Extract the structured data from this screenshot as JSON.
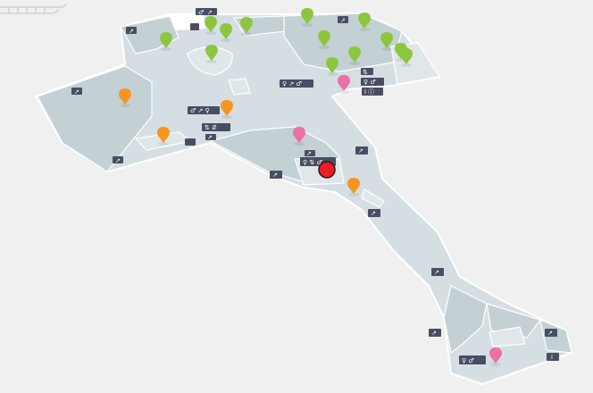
{
  "colors": {
    "background": "#f0f0f0",
    "floor": "#d5dfe3",
    "room": "#c3d0d4",
    "icon_tile": "#4a4e63",
    "pin_green": "#8cc63e",
    "pin_orange": "#f7941e",
    "pin_pink": "#ec6fa6",
    "current_location": "#ee1c24"
  },
  "map": {
    "pins": [
      {
        "color": "green",
        "name": "map-pin-green"
      },
      {
        "color": "green",
        "name": "map-pin-green"
      },
      {
        "color": "green",
        "name": "map-pin-green"
      },
      {
        "color": "green",
        "name": "map-pin-green"
      },
      {
        "color": "green",
        "name": "map-pin-green"
      },
      {
        "color": "green",
        "name": "map-pin-green"
      },
      {
        "color": "green",
        "name": "map-pin-green"
      },
      {
        "color": "green",
        "name": "map-pin-green"
      },
      {
        "color": "green",
        "name": "map-pin-green"
      },
      {
        "color": "green",
        "name": "map-pin-green"
      },
      {
        "color": "green",
        "name": "map-pin-green"
      },
      {
        "color": "green",
        "name": "map-pin-green"
      },
      {
        "color": "green",
        "name": "map-pin-green"
      },
      {
        "color": "orange",
        "name": "map-pin-orange"
      },
      {
        "color": "orange",
        "name": "map-pin-orange"
      },
      {
        "color": "orange",
        "name": "map-pin-orange"
      },
      {
        "color": "orange",
        "name": "map-pin-orange"
      },
      {
        "color": "pink",
        "name": "map-pin-pink"
      },
      {
        "color": "pink",
        "name": "map-pin-pink"
      },
      {
        "color": "pink",
        "name": "map-pin-pink"
      }
    ],
    "icons": [
      "gate-icon",
      "gate-icon",
      "gate-icon",
      "gate-icon",
      "gate-icon",
      "gate-icon",
      "gate-icon",
      "gate-icon",
      "gate-icon",
      "gate-icon",
      "gate-icon",
      "gate-icon",
      "restroom-icon",
      "restroom-icon",
      "restroom-icon",
      "restroom-icon",
      "wheelchair-icon",
      "wheelchair-icon",
      "wheelchair-icon",
      "elevator-icon",
      "elevator-icon",
      "elevator-icon",
      "info-icon",
      "escalator-icon",
      "escalator-icon"
    ],
    "current_location": "current-location-marker"
  }
}
